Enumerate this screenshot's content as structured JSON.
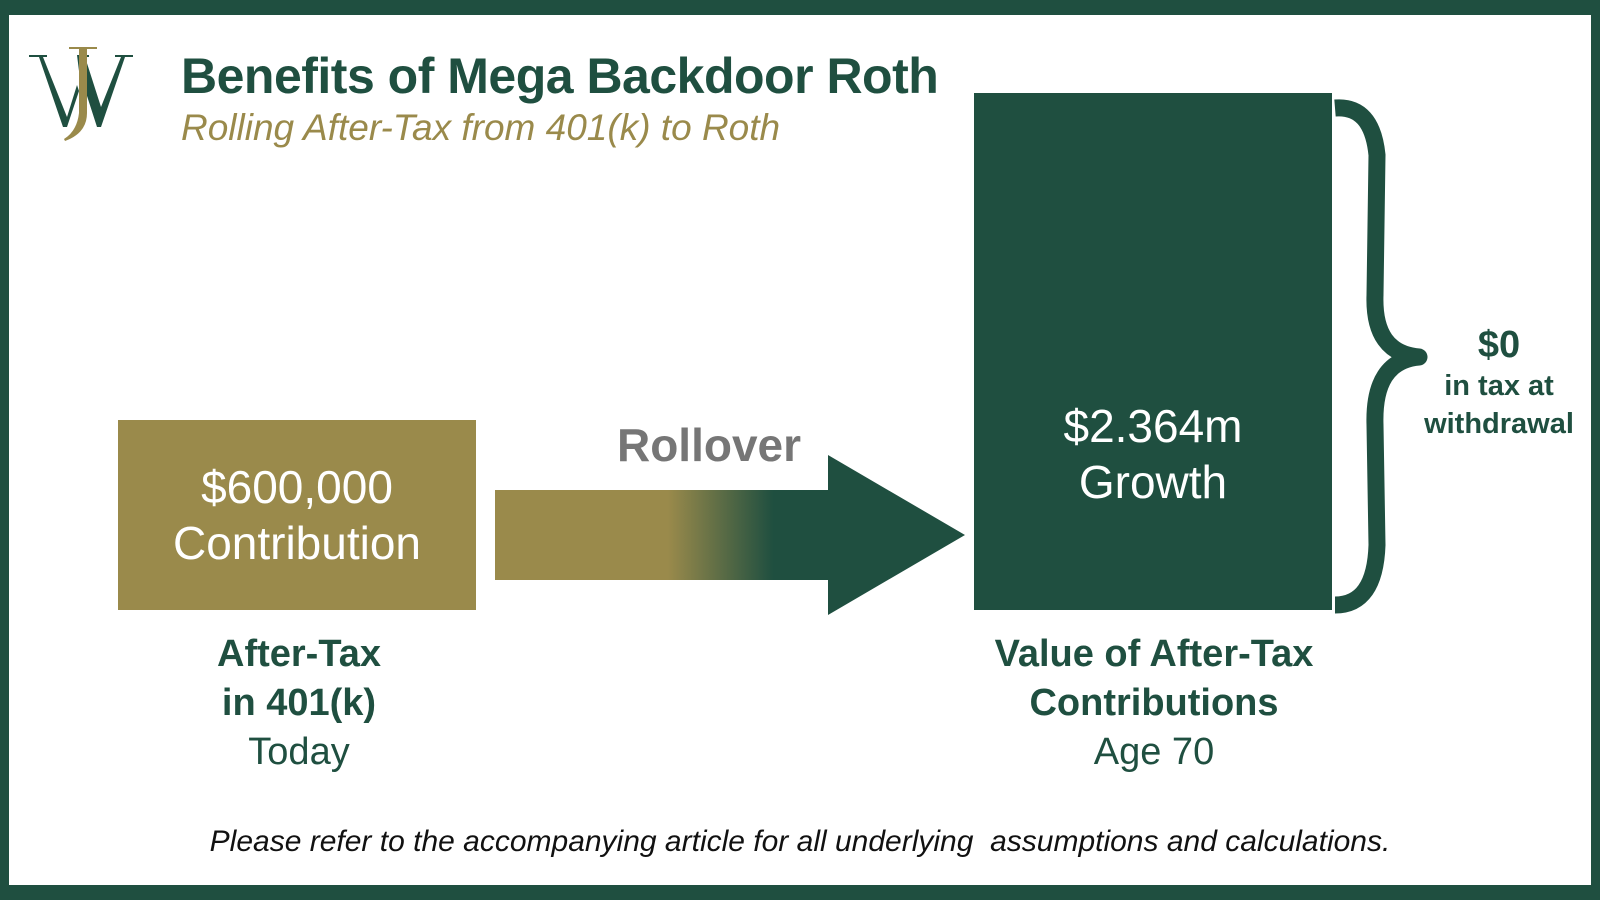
{
  "logo": {
    "letters": "WJ",
    "name": "wj-monogram-logo"
  },
  "header": {
    "title": "Benefits of Mega Backdoor Roth",
    "subtitle": "Rolling After-Tax from 401(k) to Roth"
  },
  "left_box": {
    "amount": "$600,000",
    "label": "Contribution"
  },
  "arrow": {
    "label": "Rollover"
  },
  "right_box": {
    "amount": "$2.364m",
    "label": "Growth"
  },
  "brace_note": {
    "amount": "$0",
    "line1": "in tax at",
    "line2": "withdrawal"
  },
  "captions": {
    "left": {
      "line1": "After-Tax",
      "line2": "in 401(k)",
      "line3": "Today"
    },
    "right": {
      "line1": "Value of After-Tax",
      "line2": "Contributions",
      "line3": "Age 70"
    }
  },
  "footnote": "Please refer to the accompanying article for all underlying  assumptions and calculations.",
  "colors": {
    "green": "#1f4f40",
    "gold": "#9a8a4b",
    "gray": "#767676",
    "background": "#ffffff"
  }
}
